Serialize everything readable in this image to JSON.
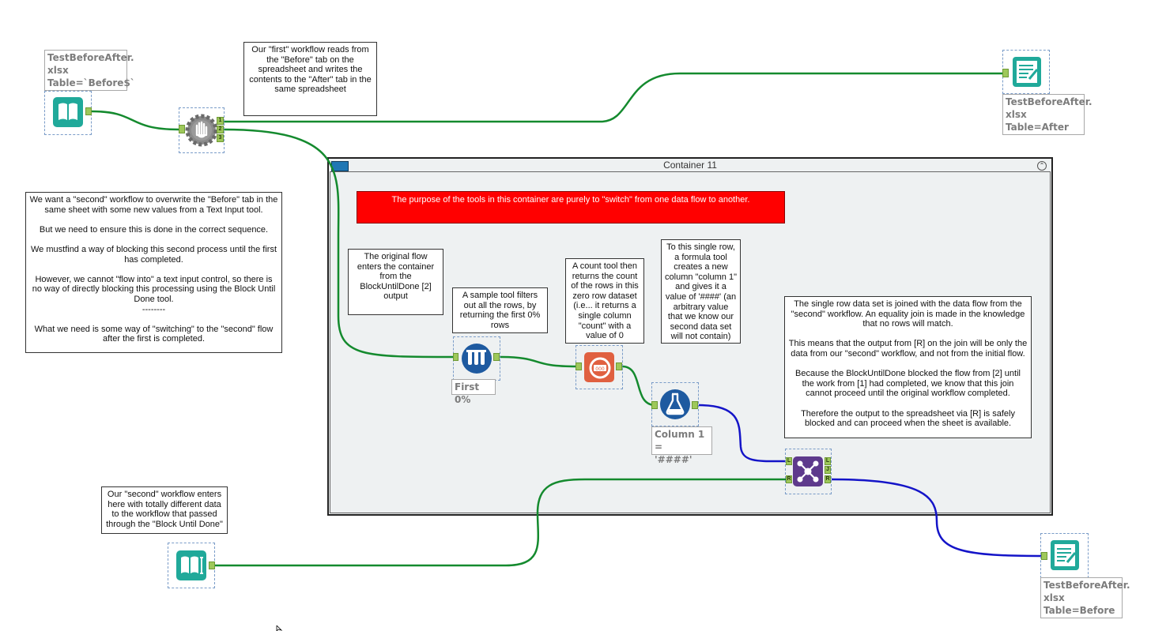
{
  "container": {
    "title": "Container 11",
    "banner": "The purpose of the tools in this container are purely to \"switch\" from one data flow to another."
  },
  "notes": {
    "first_workflow": "Our \"first\" workflow reads from the \"Before\" tab on the spreadsheet and writes the contents to the \"After\" tab in the same spreadsheet",
    "second_workflow_intro": "We want a \"second\" workflow to overwrite the \"Before\" tab in the same sheet with some new values from a Text Input tool.\n\nBut we need to ensure this is done in the correct sequence.\n\nWe mustfind a way of blocking this second process until the first has completed.\n\nHowever, we cannot \"flow into\" a text input control, so there is no way of directly blocking this processing using the Block Until Done tool.\n--------\n\nWhat we need is some way of \"switching\" to the \"second\" flow after the first is completed.",
    "original_flow": "The original flow enters the container from the BlockUntilDone [2] output",
    "sample_tool": "A sample tool filters out all the rows, by returning the first 0% rows",
    "count_tool": "A count tool then returns the count of the rows in this zero row dataset (i.e... it returns a single column \"count\" with a value of 0",
    "formula_tool": "To this single row, a formula tool creates a new column \"column 1\" and gives it a value of '####' (an arbitrary value that we know our second data set will not contain)",
    "join_explanation": "The single row data set is joined with the data flow from the \"second\" workflow. An equality join is made in the knowledge that no rows will match.\n\nThis means that the output from [R] on the join will be only the data from our \"second\" workflow, and not from the initial flow.\n\nBecause the BlockUntilDone blocked the flow from [2] until the work from [1] had completed, we know that this join cannot proceed until the original workflow completed.\n\nTherefore the output to the spreadsheet via [R] is safely blocked and can proceed when the sheet is available.",
    "second_workflow_enter": "Our \"second\" workflow enters here with totally different data to the workflow that passed through the \"Block Until Done\""
  },
  "tools": {
    "input": {
      "icon": "book-input-icon",
      "label": "TestBeforeAfter.\nxlsx\nTable=`Before$`",
      "color": "#20a99a"
    },
    "block_until_done": {
      "icon": "hand-stop-gear-icon",
      "anchors": [
        "1",
        "2",
        "3"
      ]
    },
    "output_after": {
      "icon": "output-doc-icon",
      "label": "TestBeforeAfter.\nxlsx\nTable=After",
      "color": "#20a99a"
    },
    "sample": {
      "icon": "sample-tubes-icon",
      "label": "First 0%",
      "color": "#1e5aa0"
    },
    "count": {
      "icon": "count-records-icon",
      "color": "#e06040"
    },
    "formula": {
      "icon": "formula-flask-icon",
      "label": "Column 1 =\n'####'",
      "color": "#1e5aa0"
    },
    "join": {
      "icon": "join-network-icon",
      "anchors_in": [
        "L",
        "R"
      ],
      "anchors_out": [
        "L",
        "J",
        "R"
      ],
      "color": "#5e3a8c"
    },
    "text_input": {
      "icon": "text-input-book-icon",
      "color": "#20a99a"
    },
    "output_before": {
      "icon": "output-doc-icon",
      "label": "TestBeforeAfter.\nxlsx\nTable=Before",
      "color": "#20a99a"
    }
  },
  "colors": {
    "green_wire": "#148a2e",
    "blue_wire": "#1414c8",
    "banner_red": "#ff0000"
  }
}
